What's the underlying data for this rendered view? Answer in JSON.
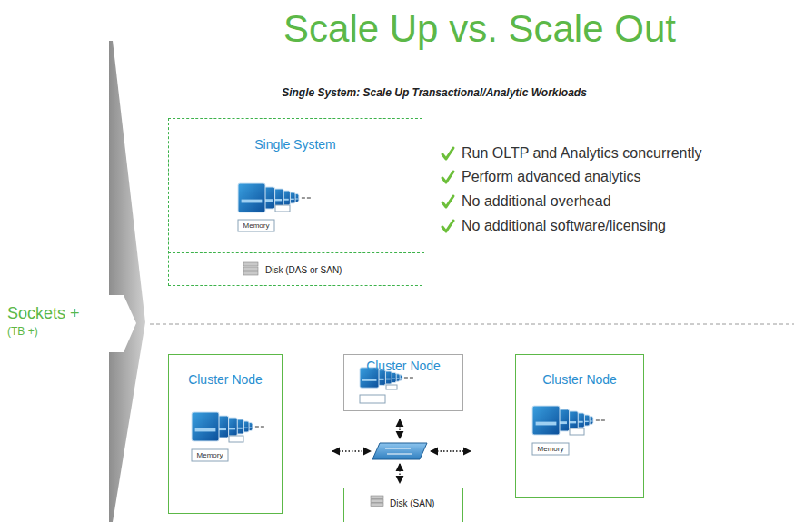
{
  "diagram": {
    "title": "Scale Up vs. Scale Out",
    "nodes": [
      {
        "text": [
          "Single System"
        ]
      },
      {
        "text": [
          "Disk (DAS or SAN)"
        ],
        "in": 0
      },
      {
        "text": [
          "Cluster Node"
        ]
      },
      {
        "text": [
          "Cluster Node"
        ]
      },
      {
        "text": [
          "Cluster Node"
        ]
      },
      {
        "text": [
          "Disk (SAN)"
        ]
      }
    ],
    "labels": [
      "Single System: Scale Up Transactional/Analytic Workloads",
      "Run OLTP and Analytics concurrently",
      "Perform advanced analytics",
      "No additional overhead",
      "No additional software/licensing",
      "Sockets +",
      "(TB +)",
      "Memory",
      "Memory",
      "Memory"
    ]
  }
}
